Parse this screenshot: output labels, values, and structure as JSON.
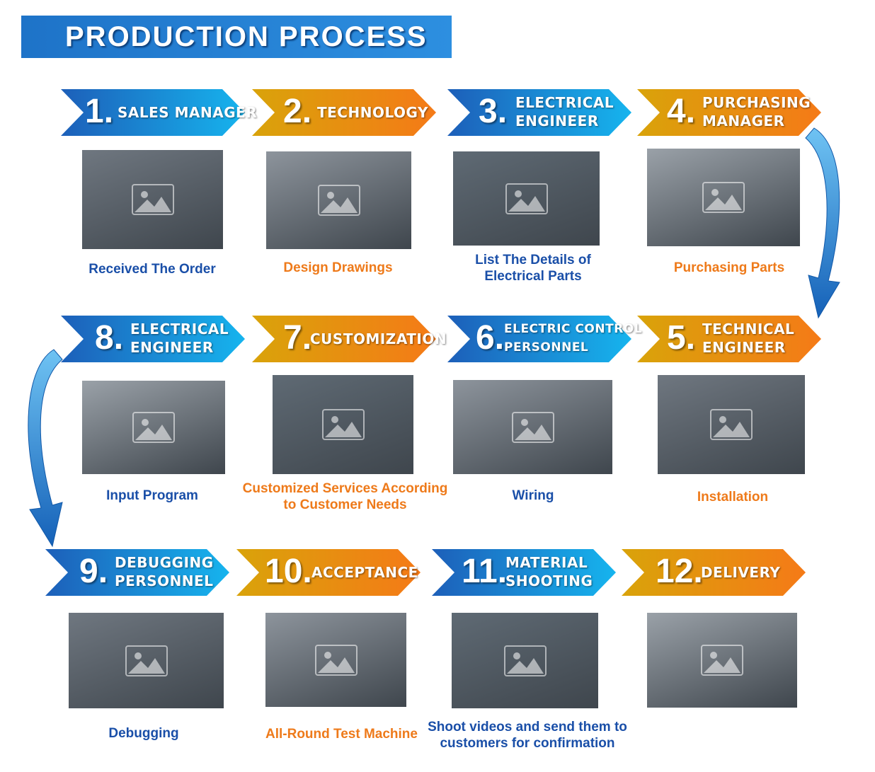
{
  "header": {
    "title": "PRODUCTION PROCESS"
  },
  "colors": {
    "blue_banner": "#1d5fb9",
    "cyan_banner": "#16b4ee",
    "orange_banner": "#f57a17",
    "yellow_banner": "#d9a30a",
    "caption_blue": "#1a4fa8",
    "caption_orange": "#ee7a1a"
  },
  "steps": [
    {
      "num": "1.",
      "label1": "SALES MANAGER",
      "label2": "",
      "caption": "Received The Order",
      "photo": "computer-monitor-order-screen"
    },
    {
      "num": "2.",
      "label1": "TECHNOLOGY",
      "label2": "",
      "caption": "Design Drawings",
      "photo": "cad-drawing-monitor"
    },
    {
      "num": "3.",
      "label1": "ELECTRICAL",
      "label2": "ENGINEER",
      "caption": "List The Details of Electrical Parts",
      "photo": "electrical-schematic-laptop"
    },
    {
      "num": "4.",
      "label1": "PURCHASING",
      "label2": "MANAGER",
      "caption": "Purchasing Parts",
      "photo": "factory-parts-warehouse"
    },
    {
      "num": "5.",
      "label1": "TECHNICAL",
      "label2": "ENGINEER",
      "caption": "Installation",
      "photo": "installation-work"
    },
    {
      "num": "6.",
      "label1": "ELECTRIC CONTROL",
      "label2": "PERSONNEL",
      "caption": "Wiring",
      "photo": "control-cabinet-wiring"
    },
    {
      "num": "7.",
      "label1": "CUSTOMIZATION",
      "label2": "",
      "caption": "Customized Services According to Customer Needs",
      "photo": "workers-customizing-machine"
    },
    {
      "num": "8.",
      "label1": "ELECTRICAL",
      "label2": "ENGINEER",
      "caption": "Input Program",
      "photo": "machine-control-panel"
    },
    {
      "num": "9.",
      "label1": "DEBUGGING",
      "label2": "PERSONNEL",
      "caption": "Debugging",
      "photo": "machine-debugging"
    },
    {
      "num": "10.",
      "label1": "ACCEPTANCE",
      "label2": "",
      "caption": "All-Round Test Machine",
      "photo": "machine-test"
    },
    {
      "num": "11.",
      "label1": "MATERIAL",
      "label2": "SHOOTING",
      "caption": "Shoot videos and send them to customers for confirmation",
      "photo": "filming-machine"
    },
    {
      "num": "12.",
      "label1": "DELIVERY",
      "label2": "",
      "caption": "",
      "photo": "loading-truck-delivery"
    }
  ]
}
